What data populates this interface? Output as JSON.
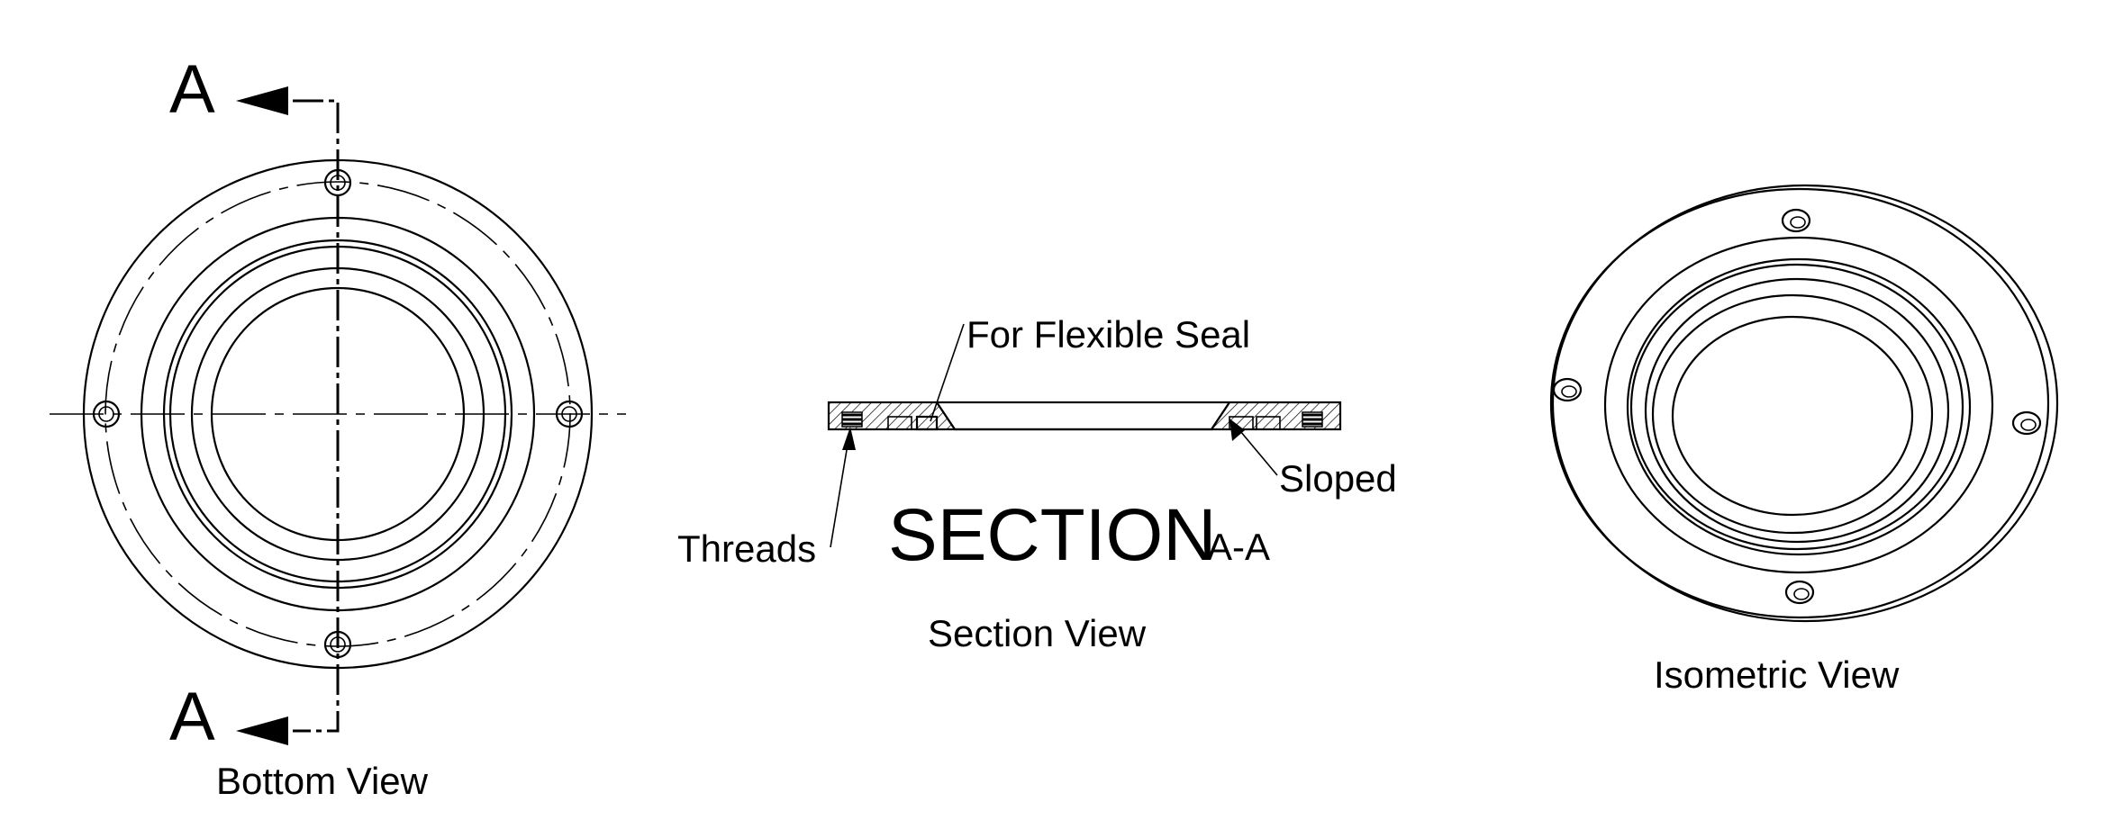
{
  "bottom_view": {
    "caption": "Bottom View",
    "section_letter_top": "A",
    "section_letter_bottom": "A"
  },
  "section_view": {
    "title": "SECTION",
    "title_suffix": "A-A",
    "caption": "Section View",
    "callout_seal": "For Flexible Seal",
    "callout_threads": "Threads",
    "callout_sloped": "Sloped"
  },
  "isometric_view": {
    "caption": "Isometric View"
  }
}
